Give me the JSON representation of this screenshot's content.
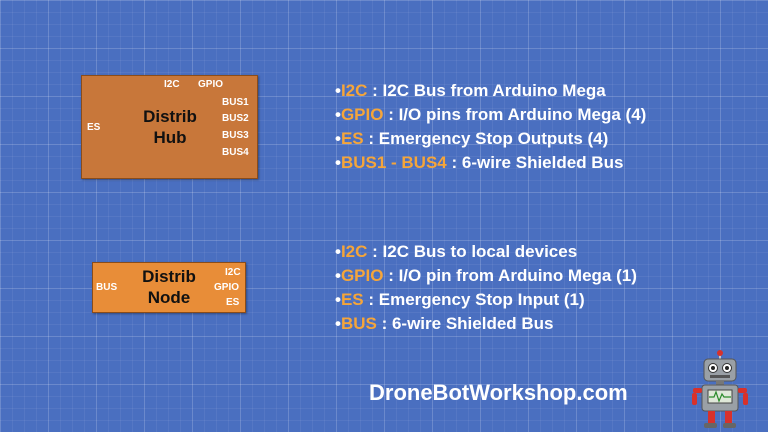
{
  "hub": {
    "title_line1": "Distrib",
    "title_line2": "Hub",
    "label_i2c": "I2C",
    "label_gpio": "GPIO",
    "label_es": "ES",
    "label_bus1": "BUS1",
    "label_bus2": "BUS2",
    "label_bus3": "BUS3",
    "label_bus4": "BUS4",
    "color": "#c8773a"
  },
  "node": {
    "title_line1": "Distrib",
    "title_line2": "Node",
    "label_bus": "BUS",
    "label_i2c": "I2C",
    "label_gpio": "GPIO",
    "label_es": "ES",
    "color": "#e88d38"
  },
  "hub_list": [
    {
      "bullet": "•",
      "key": "I2C",
      "desc": " : I2C Bus from Arduino Mega"
    },
    {
      "bullet": "•",
      "key": "GPIO",
      "desc": " : I/O pins from Arduino Mega (4)"
    },
    {
      "bullet": "•",
      "key": "ES",
      "desc": " : Emergency Stop Outputs (4)"
    },
    {
      "bullet": "•",
      "key": "BUS1 - BUS4",
      "desc": " : 6-wire Shielded Bus"
    }
  ],
  "node_list": [
    {
      "bullet": "•",
      "key": "I2C",
      "desc": " : I2C Bus to local devices"
    },
    {
      "bullet": "•",
      "key": "GPIO",
      "desc": " : I/O pin from Arduino Mega (1)"
    },
    {
      "bullet": "•",
      "key": "ES",
      "desc": " : Emergency Stop Input (1)"
    },
    {
      "bullet": "•",
      "key": "BUS",
      "desc": " : 6-wire Shielded Bus"
    }
  ],
  "website": "DroneBotWorkshop.com",
  "logo_icon": "robot-mascot-icon",
  "colors": {
    "background": "#4a6fc0",
    "key_highlight": "#f5a53a",
    "text": "#ffffff"
  }
}
